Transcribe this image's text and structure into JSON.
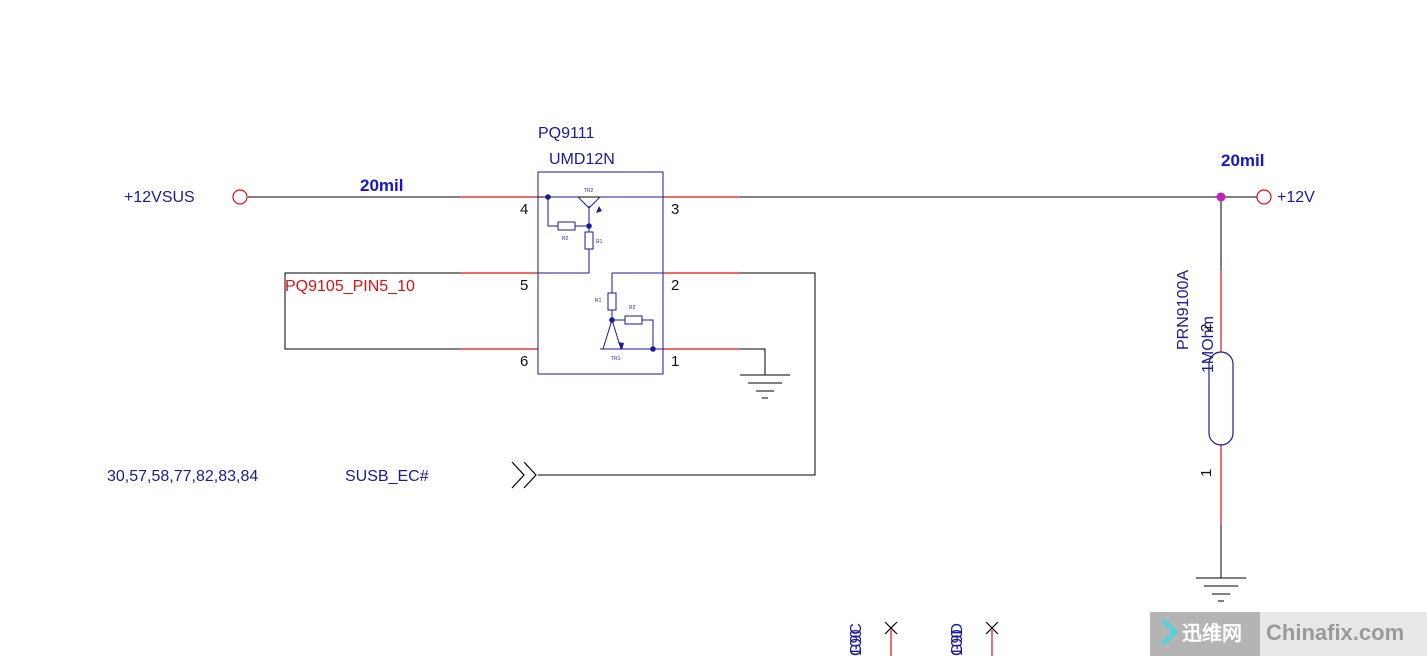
{
  "net_labels": {
    "vin": "+12VSUS",
    "vout": "+12V",
    "susb": "SUSB_EC#",
    "page_refs": "30,57,58,77,82,83,84",
    "pq_pin": "PQ9105_PIN5_10"
  },
  "widths": {
    "left": "20mil",
    "right": "20mil"
  },
  "transistor": {
    "ref": "PQ9111",
    "part": "UMD12N",
    "pins": [
      "4",
      "3",
      "5",
      "2",
      "6",
      "1"
    ],
    "inner": {
      "tr2": "TR2",
      "tr1": "TR1",
      "r1": "R1",
      "r2": "R2"
    }
  },
  "resistor": {
    "ref": "PRN9100A",
    "value": "1MOhm",
    "pin_top": "2",
    "pin_bottom": "1"
  },
  "bottom_refs": {
    "left": "G9C",
    "left_overlap": "100",
    "right": "G9D",
    "right_overlap": "100"
  },
  "watermark": {
    "cn": "迅维网",
    "en": "Chinafix.com"
  },
  "colors": {
    "wire": "#000000",
    "outline": "#1a1a9c",
    "highlight": "#e01010",
    "junction": "#c020c0"
  }
}
